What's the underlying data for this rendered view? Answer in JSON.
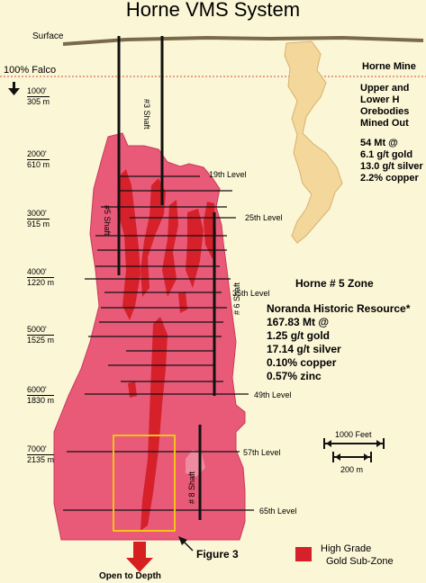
{
  "title": "Horne VMS System",
  "surface_label": "Surface",
  "falco_label": "100% Falco",
  "depths": [
    {
      "ft": "1000'",
      "m": "305 m"
    },
    {
      "ft": "2000'",
      "m": "610 m"
    },
    {
      "ft": "3000'",
      "m": "915 m"
    },
    {
      "ft": "4000'",
      "m": "1220 m"
    },
    {
      "ft": "5000'",
      "m": "1525 m"
    },
    {
      "ft": "6000'",
      "m": "1830 m"
    },
    {
      "ft": "7000'",
      "m": "2135 m"
    }
  ],
  "levels": [
    "19th Level",
    "25th Level",
    "35th Level",
    "49th Level",
    "57th Level",
    "65th Level"
  ],
  "shafts": [
    "#3 Shaft",
    "#5 Shaft",
    "# 6 Shaft",
    "# 8 Shaft"
  ],
  "horne_mine": {
    "title": "Horne Mine",
    "lines": [
      "Upper and",
      "Lower H",
      "Orebodies",
      "Mined Out"
    ],
    "stats": [
      "54 Mt @",
      "6.1 g/t gold",
      "13.0 g/t silver",
      "2.2% copper"
    ]
  },
  "horne5": {
    "title": "Horne # 5 Zone",
    "resource_title": "Noranda Historic Resource*",
    "stats": [
      "167.83 Mt @",
      "1.25 g/t gold",
      "17.14 g/t silver",
      "0.10% copper",
      "0.57% zinc"
    ]
  },
  "scale": {
    "feet": "1000 Feet",
    "meters": "200 m"
  },
  "figure_label": "Figure 3",
  "open_label": "Open to Depth",
  "legend": {
    "line1": "High Grade",
    "line2": "Gold Sub-Zone"
  },
  "colors": {
    "background": "#fbf6d6",
    "zone_fill": "#e85a78",
    "high_grade": "#d6202a",
    "mined_out": "#f4d79b",
    "figure_box": "#f4c21a",
    "falco_line": "#d24a3a",
    "arrow": "#d62020"
  }
}
